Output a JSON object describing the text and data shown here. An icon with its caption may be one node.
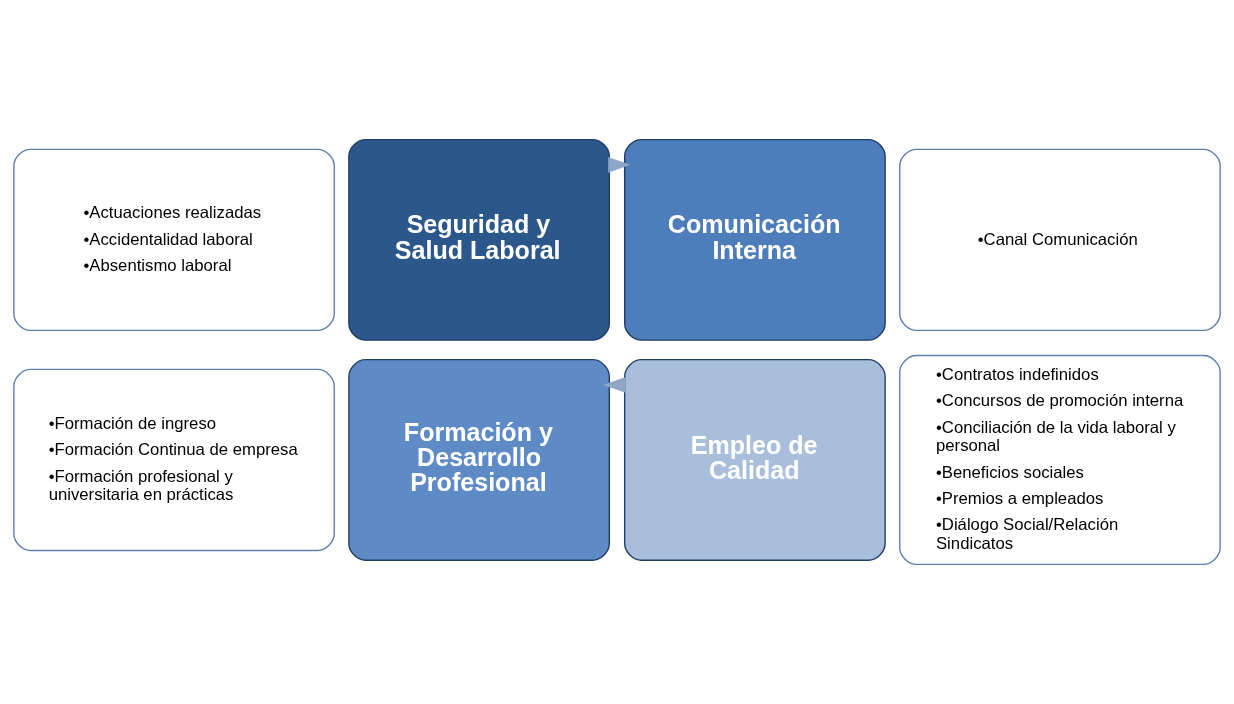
{
  "diagram": {
    "nodes": [
      {
        "text": [
          "•Actuaciones realizadas",
          "•Accidentalidad laboral",
          "•Absentismo laboral"
        ]
      },
      {
        "text": [
          "•Canal Comunicación"
        ]
      },
      {
        "text": [
          "Seguridad y Salud Laboral"
        ]
      },
      {
        "text": [
          "Comunicación Interna"
        ]
      },
      {
        "text": [
          "Formación y Desarrollo Profesional"
        ]
      },
      {
        "text": [
          "Empleo de Calidad"
        ]
      },
      {
        "text": [
          "•Formación de ingreso",
          "•Formación Continua de empresa",
          "•Formación profesional y universitaria en prácticas"
        ]
      },
      {
        "text": [
          "•Contratos indefinidos",
          "•Concursos de promoción interna",
          "•Conciliación de la vida laboral y personal",
          "•Beneficios sociales",
          "•Premios a empleados",
          "•Diálogo Social/Relación Sindicatos"
        ]
      }
    ],
    "edges": [
      {
        "from": 2,
        "to": 3,
        "arrow": "to"
      },
      {
        "from": 5,
        "to": 4,
        "arrow": "to"
      }
    ]
  }
}
